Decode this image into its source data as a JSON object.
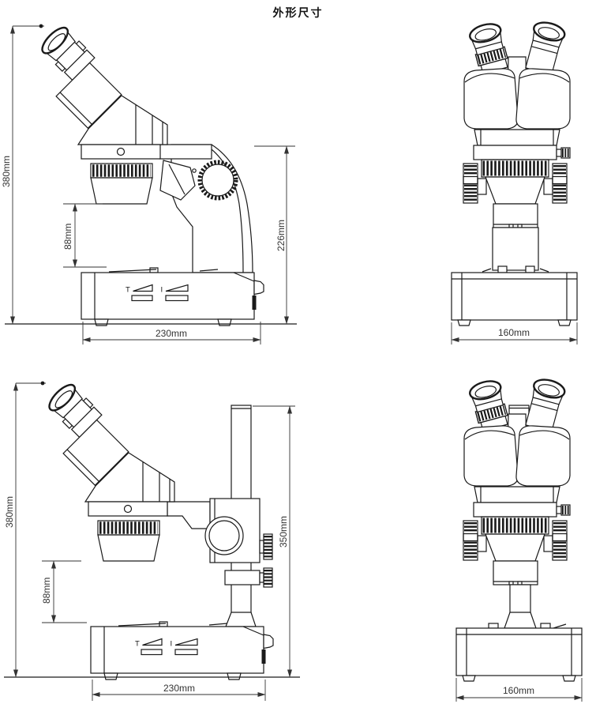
{
  "title": "外形尺寸",
  "views": {
    "side_fixed": {
      "height": "380mm",
      "focus_travel": "88mm",
      "head_height": "226mm",
      "base_width": "230mm"
    },
    "front_fixed": {
      "base_width": "160mm"
    },
    "side_pole": {
      "height": "380mm",
      "focus_travel": "88mm",
      "pole_height": "350mm",
      "base_width": "230mm"
    },
    "front_pole": {
      "base_width": "160mm"
    }
  },
  "base_panel": {
    "slider_t": "T",
    "slider_i": "I"
  },
  "colors": {
    "line": "#1a1a1a",
    "dimension_text": "#333333",
    "background": "#ffffff"
  }
}
